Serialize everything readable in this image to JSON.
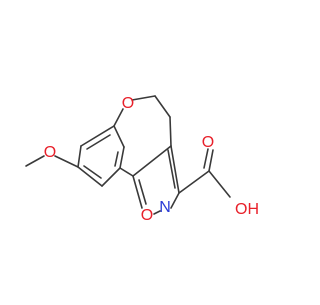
{
  "molecule": {
    "atom_labels": {
      "ring_oxygen": "O",
      "methoxy_oxygen": "O",
      "isoxazole_oxygen": "O",
      "isoxazole_nitrogen": "N",
      "carbonyl_oxygen": "O",
      "hydroxyl": "OH"
    },
    "colors": {
      "bond": "#3a3a3a",
      "oxygen": "#e8202a",
      "nitrogen": "#2a3bd6"
    }
  }
}
